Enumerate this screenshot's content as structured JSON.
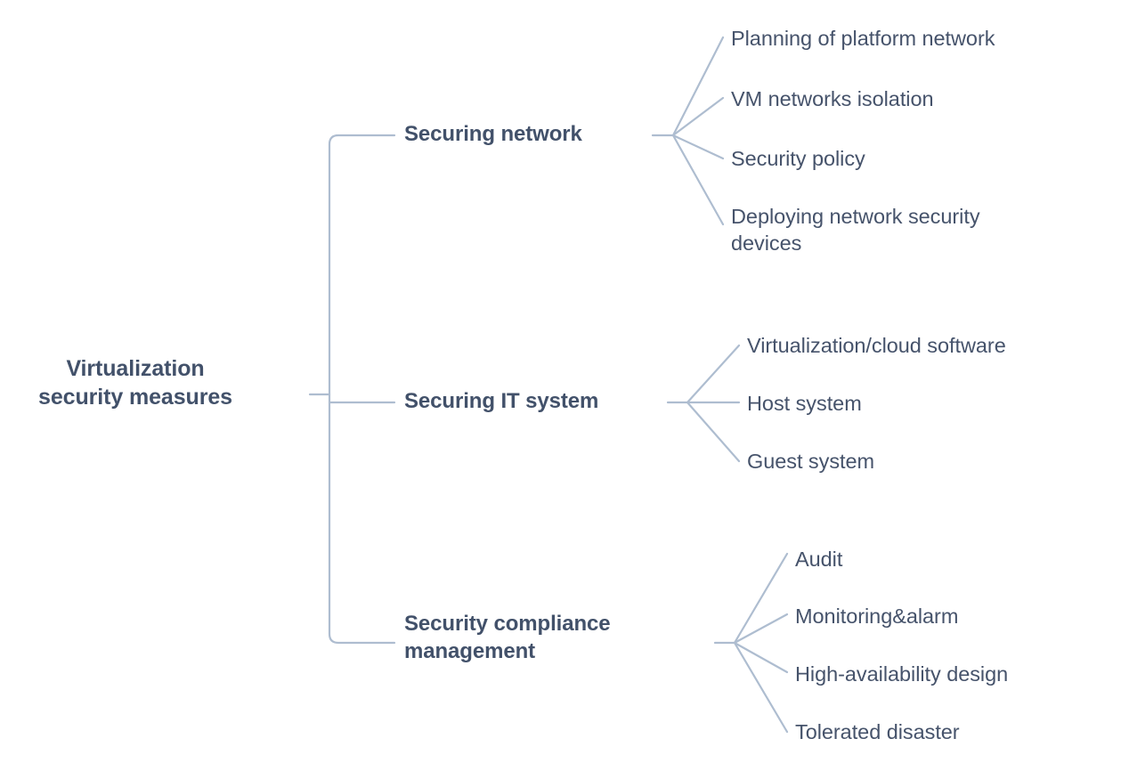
{
  "diagram": {
    "type": "mind-map",
    "title": "Virtualization security measures",
    "colors": {
      "node_text": "#42516a",
      "leaf_text": "#46536b",
      "connector": "#aebdd0",
      "background": "#ffffff"
    },
    "root": {
      "label": "Virtualization\nsecurity measures"
    },
    "branches": [
      {
        "label": "Securing network",
        "leaves": [
          {
            "label": "Planning of platform network"
          },
          {
            "label": "VM networks isolation"
          },
          {
            "label": "Security policy"
          },
          {
            "label": "Deploying network security\ndevices"
          }
        ]
      },
      {
        "label": "Securing IT system",
        "leaves": [
          {
            "label": "Virtualization/cloud software"
          },
          {
            "label": "Host system"
          },
          {
            "label": "Guest system"
          }
        ]
      },
      {
        "label": "Security compliance\nmanagement",
        "leaves": [
          {
            "label": "Audit"
          },
          {
            "label": "Monitoring&alarm"
          },
          {
            "label": "High-availability design"
          },
          {
            "label": "Tolerated disaster"
          }
        ]
      }
    ]
  }
}
